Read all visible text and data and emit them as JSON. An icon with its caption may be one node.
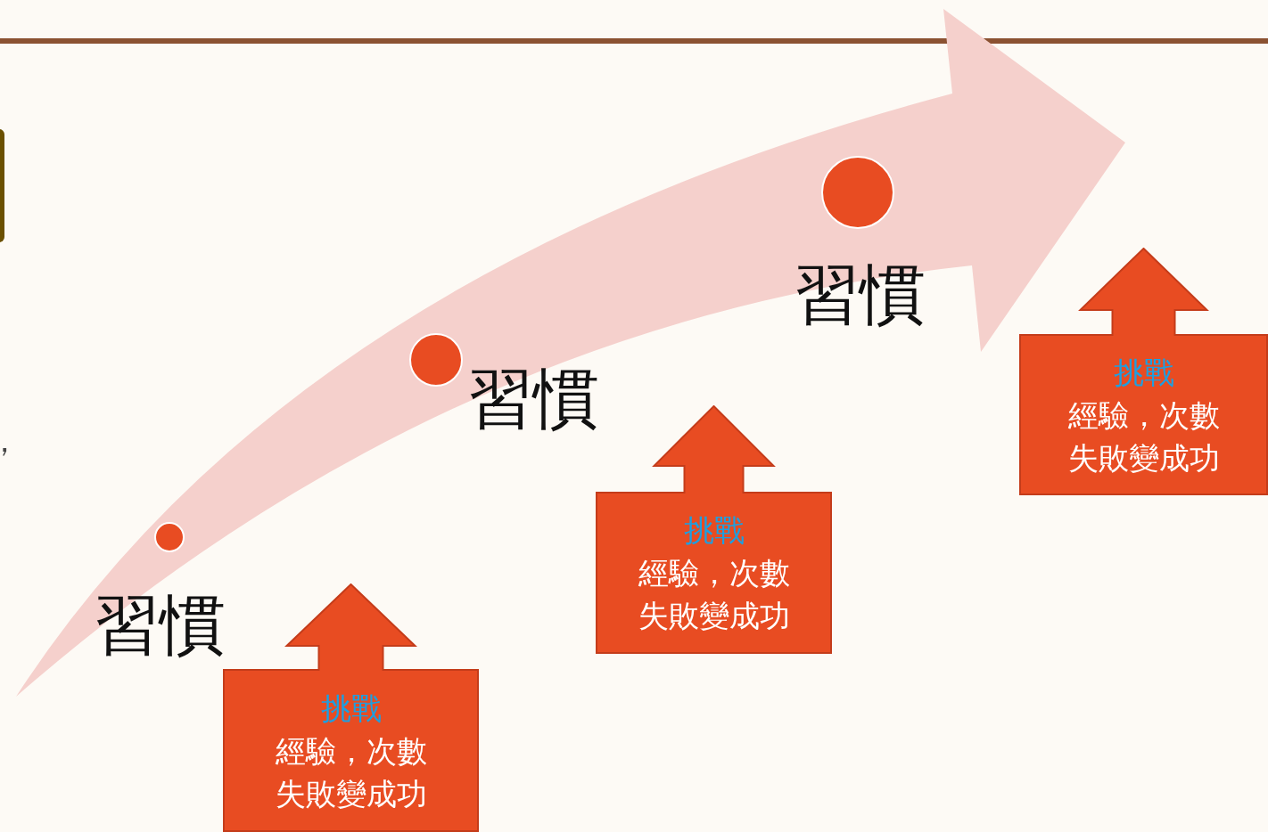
{
  "diagram": {
    "nodes": [
      {
        "text": [
          "挑戰",
          "經驗，次數失敗變成功"
        ]
      },
      {
        "text": [
          "挑戰",
          "經驗，次數失敗變成功"
        ]
      },
      {
        "text": [
          "挑戰",
          "經驗，次數失敗變成功"
        ]
      }
    ],
    "labels": [
      "，",
      "習慣",
      "習慣",
      "習慣"
    ]
  }
}
